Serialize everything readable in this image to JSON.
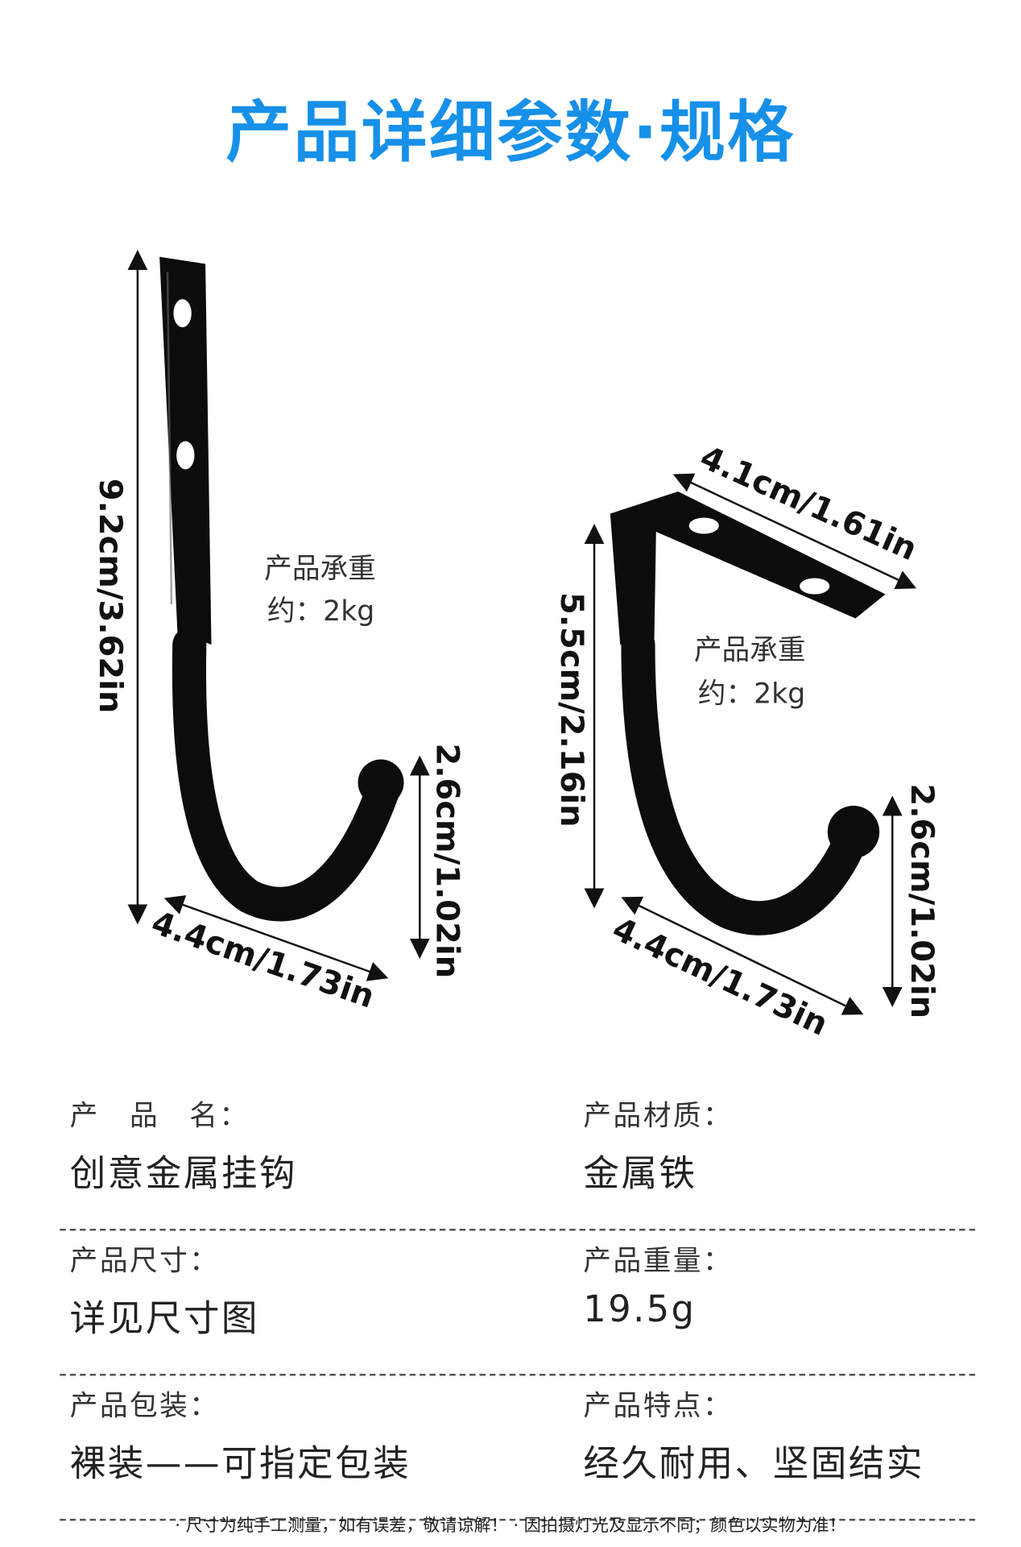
{
  "title": "产品详细参数·规格",
  "colors": {
    "title": "#1690e8",
    "hook": "#0c0c0c",
    "dash": "#555555"
  },
  "hook_left": {
    "height_dim": "9.2cm/3.62in",
    "width_dim": "4.4cm/1.73in",
    "tip_dim": "2.6cm/1.02in",
    "load_label": "产品承重",
    "load_value": "约：2kg"
  },
  "hook_right": {
    "top_dim": "4.1cm/1.61in",
    "height_dim": "5.5cm/2.16in",
    "width_dim": "4.4cm/1.73in",
    "tip_dim": "2.6cm/1.02in",
    "load_label": "产品承重",
    "load_value": "约：2kg"
  },
  "specs": [
    {
      "left": {
        "key": "产　品　名：",
        "value": "创意金属挂钩"
      },
      "right": {
        "key": "产品材质：",
        "value": "金属铁"
      }
    },
    {
      "left": {
        "key": "产品尺寸：",
        "value": "详见尺寸图"
      },
      "right": {
        "key": "产品重量：",
        "value": "19.5g"
      }
    },
    {
      "left": {
        "key": "产品包装：",
        "value": "裸装——可指定包装"
      },
      "right": {
        "key": "产品特点：",
        "value": "经久耐用、坚固结实"
      }
    }
  ],
  "footnote": "· 尺寸为纯手工测量，如有误差，敬请谅解！ · 因拍摄灯光及显示不同；颜色以实物为准！"
}
